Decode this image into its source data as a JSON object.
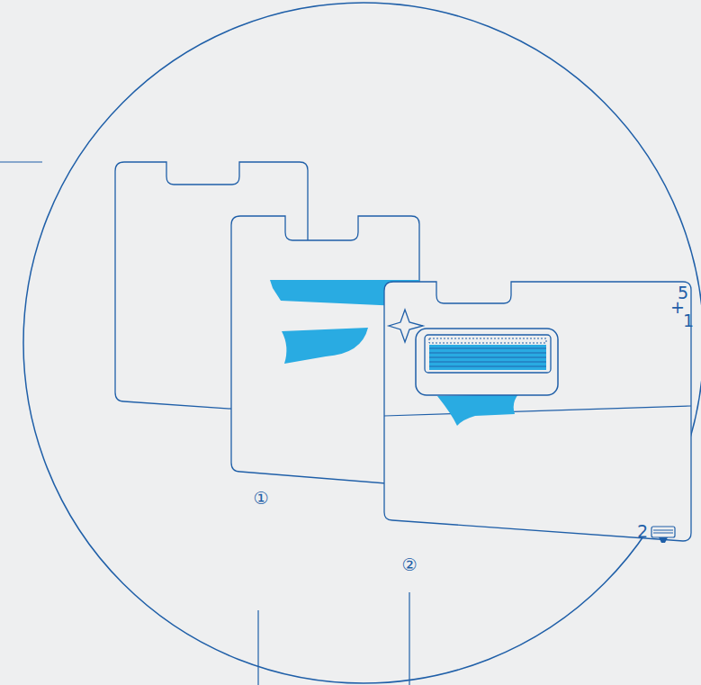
{
  "diagram": {
    "nodes": [
      {
        "text": [
          "5",
          "+",
          "1",
          "2"
        ]
      }
    ],
    "labels": [
      "①",
      "②"
    ]
  }
}
